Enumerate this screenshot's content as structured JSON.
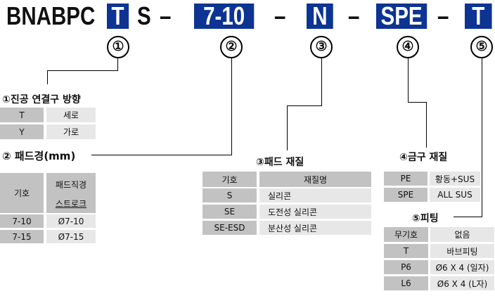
{
  "model_code": {
    "prefix": "BNABPC",
    "part1": "T",
    "fixed": "S",
    "dash": "–",
    "part2": "7-10",
    "part3": "N",
    "part4": "SPE",
    "part5": "T"
  },
  "markers": [
    "①",
    "②",
    "③",
    "④",
    "⑤"
  ],
  "section1": {
    "title": "①진공 연결구 방향",
    "rows": [
      [
        "T",
        "세로"
      ],
      [
        "Y",
        "가로"
      ]
    ]
  },
  "section2": {
    "title": "② 패드경(mm)",
    "header": [
      "기호",
      "패드직경",
      "스트로크"
    ],
    "rows": [
      [
        "7-10",
        "Ø7-10"
      ],
      [
        "7-15",
        "Ø7-15"
      ]
    ]
  },
  "section3": {
    "title": "③패드 재질",
    "header": [
      "기호",
      "재질명"
    ],
    "rows": [
      [
        "S",
        "실리콘"
      ],
      [
        "SE",
        "도전성 실리콘"
      ],
      [
        "SE-ESD",
        "분산성 실리콘"
      ]
    ]
  },
  "section4": {
    "title": "④금구 재질",
    "rows": [
      [
        "PE",
        "황동+SUS"
      ],
      [
        "SPE",
        "ALL SUS"
      ]
    ]
  },
  "section5": {
    "title": "⑤피팅",
    "rows": [
      [
        "무기호",
        "없음"
      ],
      [
        "T",
        "바브피팅"
      ],
      [
        "P6",
        "Ø6 X 4 (일자)"
      ],
      [
        "L6",
        "Ø6 X 4 (L자)"
      ]
    ]
  },
  "colors": {
    "highlight": "#0d3393",
    "key_cell": "#c2c2c2",
    "value_cell": "#e7e7e7"
  }
}
